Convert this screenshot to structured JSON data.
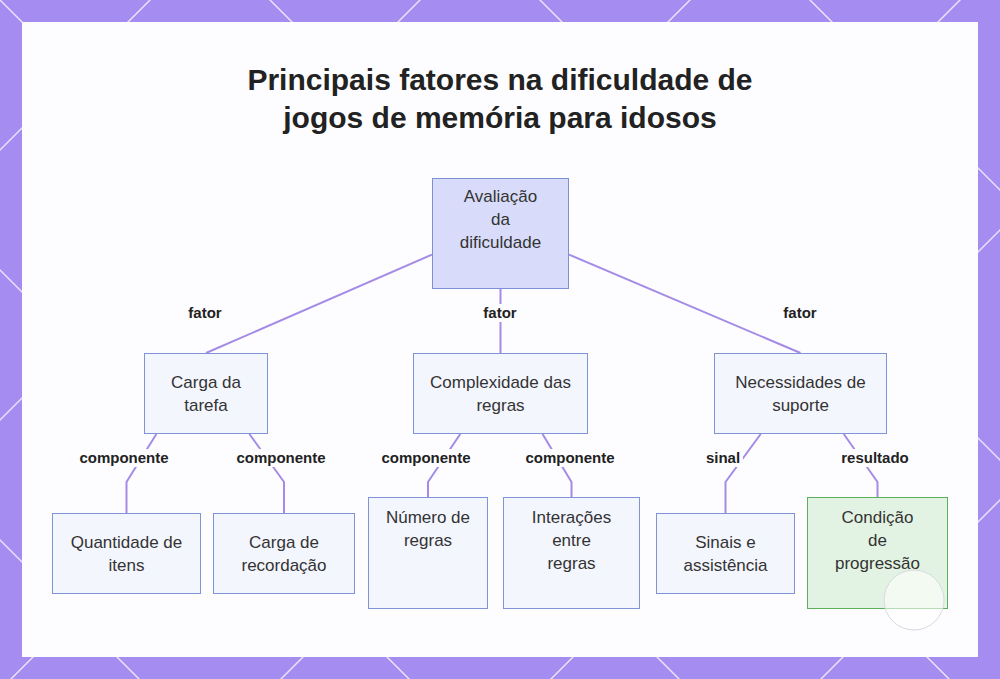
{
  "diagram": {
    "title": "Principais fatores na dificuldade de jogos de memória para idosos",
    "nodes": [
      {
        "text": [
          "Avaliação da dificuldade"
        ]
      },
      {
        "text": [
          "Carga da tarefa"
        ]
      },
      {
        "text": [
          "Complexidade das regras"
        ]
      },
      {
        "text": [
          "Necessidades de suporte"
        ]
      },
      {
        "text": [
          "Quantidade de itens"
        ]
      },
      {
        "text": [
          "Carga de recordação"
        ]
      },
      {
        "text": [
          "Número de regras"
        ]
      },
      {
        "text": [
          "Interações entre regras"
        ]
      },
      {
        "text": [
          "Sinais e assistência"
        ]
      },
      {
        "text": [
          "Condição de progressão"
        ]
      }
    ],
    "edges": [
      {
        "from": 0,
        "to": 1,
        "arrow": "none",
        "label": "fator"
      },
      {
        "from": 0,
        "to": 2,
        "arrow": "none",
        "label": "fator"
      },
      {
        "from": 0,
        "to": 3,
        "arrow": "none",
        "label": "fator"
      },
      {
        "from": 1,
        "to": 4,
        "arrow": "none",
        "label": "componente"
      },
      {
        "from": 1,
        "to": 5,
        "arrow": "none",
        "label": "componente"
      },
      {
        "from": 2,
        "to": 6,
        "arrow": "none",
        "label": "componente"
      },
      {
        "from": 2,
        "to": 7,
        "arrow": "none",
        "label": "componente"
      },
      {
        "from": 3,
        "to": 8,
        "arrow": "none",
        "label": "sinal"
      },
      {
        "from": 3,
        "to": 9,
        "arrow": "none",
        "label": "resultado"
      }
    ]
  }
}
